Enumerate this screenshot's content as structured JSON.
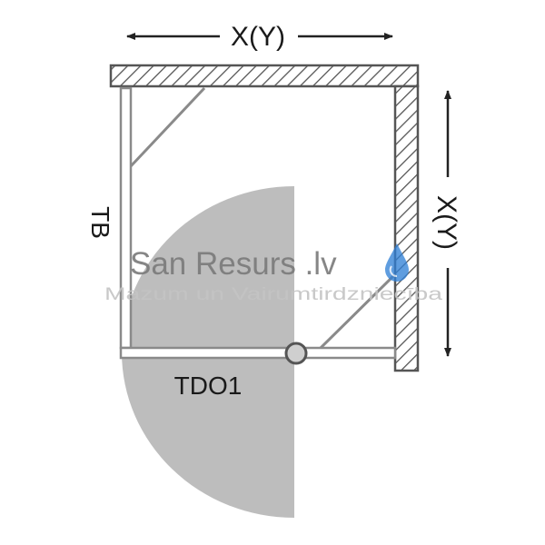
{
  "dimensions": {
    "top_width": "X(Y)",
    "right_depth": "X(Y)"
  },
  "labels": {
    "side_panel": "TB",
    "door": "TDO1"
  },
  "watermark": {
    "brand": "San Resurs .lv",
    "tagline": "Mazum un Vairumtirdzniecība"
  },
  "colors": {
    "door_swing": "#bdbdbd",
    "frame": "#555555",
    "watermark_drop": "#2f7fd6"
  }
}
